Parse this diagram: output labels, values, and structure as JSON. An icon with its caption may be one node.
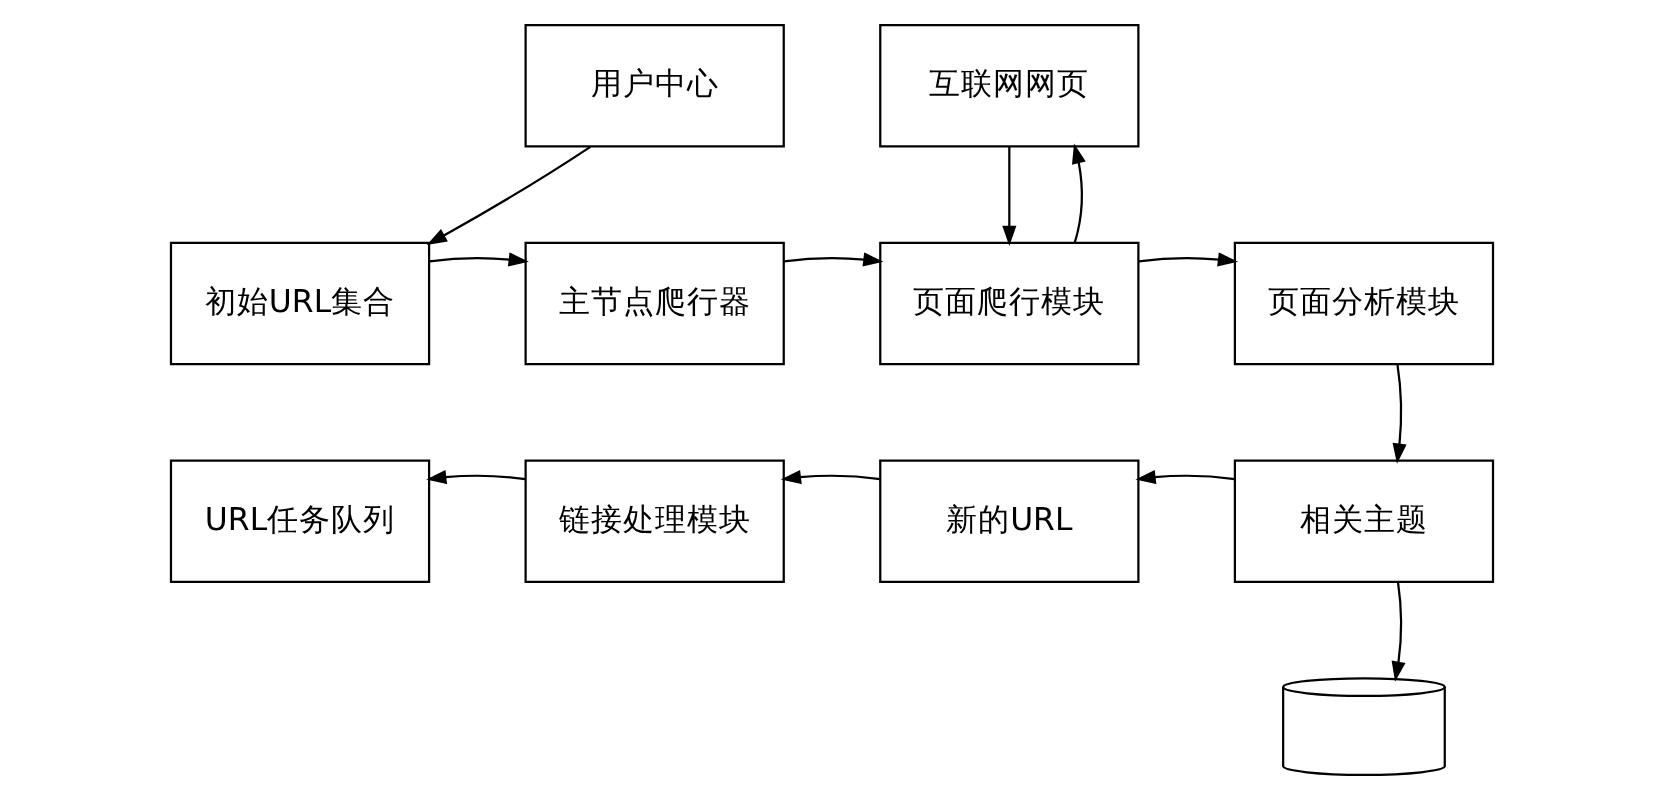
{
  "diagram": {
    "nodes": [
      {
        "text": [
          "用户中心"
        ]
      },
      {
        "text": [
          "互联网网页"
        ]
      },
      {
        "text": [
          "初始URL集合"
        ]
      },
      {
        "text": [
          "主节点爬行器"
        ]
      },
      {
        "text": [
          "页面爬行模块"
        ]
      },
      {
        "text": [
          "页面分析模块"
        ]
      },
      {
        "text": [
          "URL任务队列"
        ]
      },
      {
        "text": [
          "链接处理模块"
        ]
      },
      {
        "text": [
          "新的URL"
        ]
      },
      {
        "text": [
          "相关主题"
        ]
      },
      {
        "text": [],
        "shape": "cylinder"
      }
    ],
    "edges": [
      {
        "from": 0,
        "to": 2,
        "arrow": "to"
      },
      {
        "from": 2,
        "to": 3,
        "arrow": "to"
      },
      {
        "from": 3,
        "to": 4,
        "arrow": "to"
      },
      {
        "from": 1,
        "to": 4,
        "arrow": "to"
      },
      {
        "from": 4,
        "to": 1,
        "arrow": "to"
      },
      {
        "from": 4,
        "to": 5,
        "arrow": "to"
      },
      {
        "from": 5,
        "to": 9,
        "arrow": "to"
      },
      {
        "from": 9,
        "to": 8,
        "arrow": "to"
      },
      {
        "from": 8,
        "to": 7,
        "arrow": "to"
      },
      {
        "from": 7,
        "to": 6,
        "arrow": "to"
      },
      {
        "from": 9,
        "to": 10,
        "arrow": "to"
      }
    ]
  }
}
